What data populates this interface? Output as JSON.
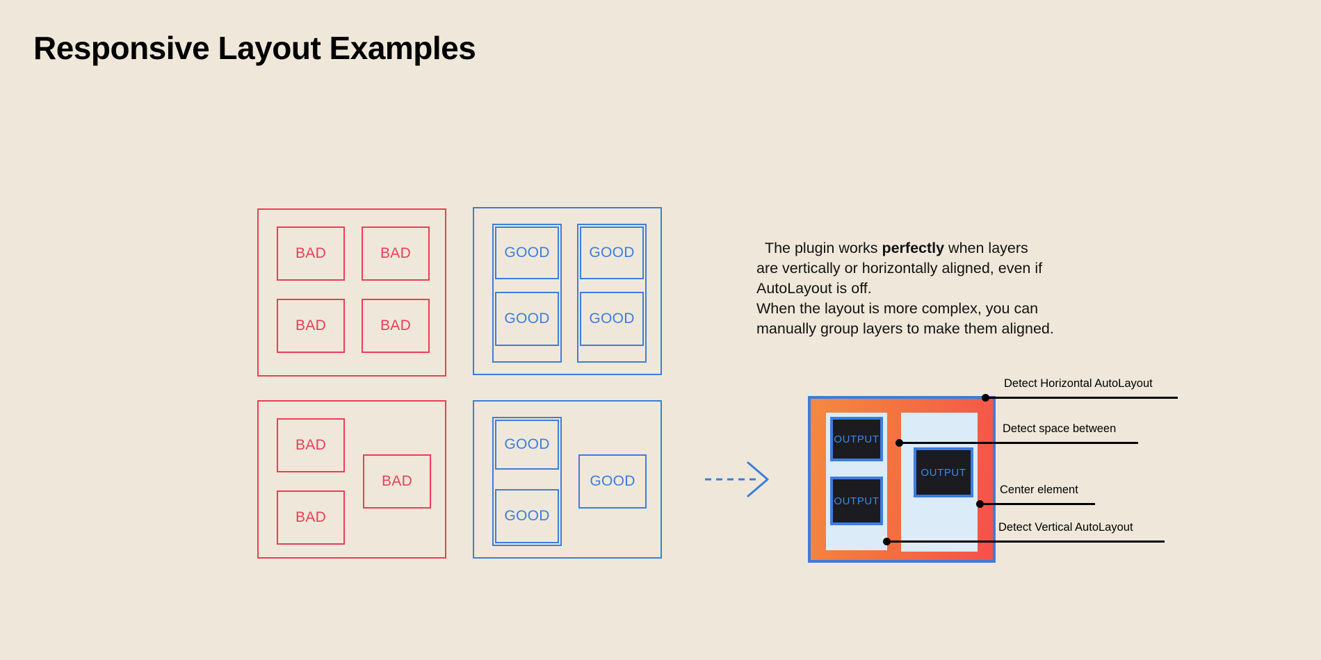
{
  "page": {
    "title": "Responsive Layout Examples",
    "background_color": "#efe8da"
  },
  "colors": {
    "bad": "#ef3b56",
    "good": "#3b7ddd",
    "text": "#111111",
    "diagram_border": "#3b7ddd",
    "diagram_fill_start": "#f5893f",
    "diagram_fill_end": "#f6504b",
    "panel_light_blue": "#dcebf8",
    "output_bg": "#1b1b20",
    "output_text": "#3b8ae8",
    "annotation": "#000000"
  },
  "examples": {
    "bad_label": "BAD",
    "good_label": "GOOD",
    "top_bad": {
      "name": "unaligned-grid",
      "cells": [
        "BAD",
        "BAD",
        "BAD",
        "BAD"
      ]
    },
    "top_good": {
      "name": "aligned-grid",
      "cells": [
        "GOOD",
        "GOOD",
        "GOOD",
        "GOOD"
      ]
    },
    "bottom_bad": {
      "name": "unaligned-complex",
      "cells": [
        "BAD",
        "BAD",
        "BAD"
      ]
    },
    "bottom_good": {
      "name": "grouped-complex",
      "cells": [
        "GOOD",
        "GOOD",
        "GOOD"
      ]
    }
  },
  "copy": {
    "paragraph_1_before": "The plugin works ",
    "paragraph_1_bold": "perfectly",
    "paragraph_1_after": " when layers are vertically or horizontally aligned, even if AutoLayout is off.",
    "paragraph_2": "When the layout is more complex, you can manually group layers to make them aligned."
  },
  "arrow": {
    "icon": "dashed-arrow-right-icon",
    "color": "#3b7ddd"
  },
  "result": {
    "output_label": "OUTPUT",
    "outputs": [
      "OUTPUT",
      "OUTPUT",
      "OUTPUT"
    ],
    "annotations": [
      {
        "label": "Detect Horizontal AutoLayout"
      },
      {
        "label": "Detect space between"
      },
      {
        "label": "Center element"
      },
      {
        "label": "Detect Vertical AutoLayout"
      }
    ]
  }
}
